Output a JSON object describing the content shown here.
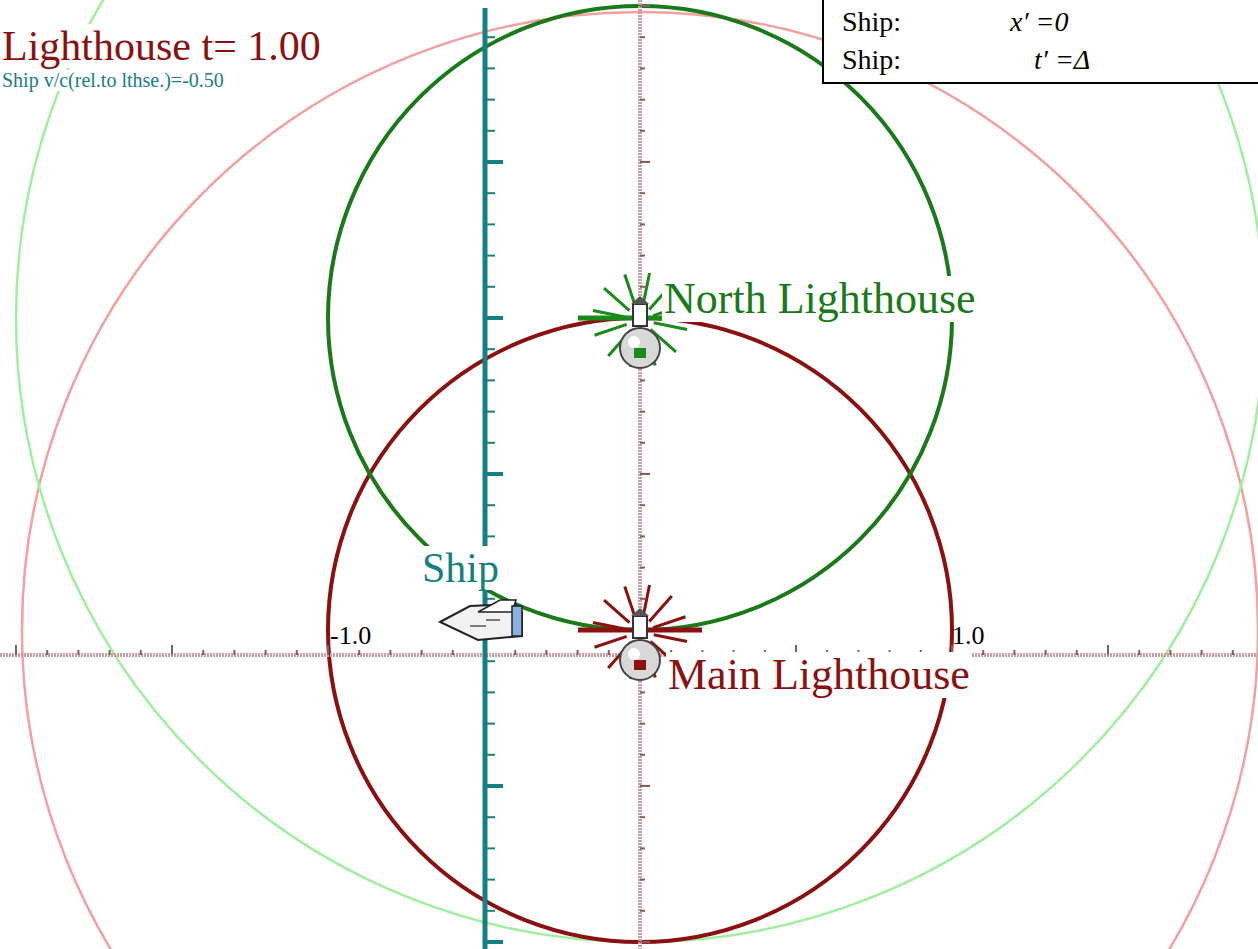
{
  "diagram": {
    "nodes": [
      {
        "text": [
          "Ship:",
          "x′ =0",
          "Ship:",
          "t′ =Δ"
        ]
      }
    ],
    "labels": [
      "Lighthouse t= 1.00",
      "Ship v/c(rel.to lthse.)=-0.50",
      "North Lighthouse",
      "Main Lighthouse",
      "Ship",
      "-1.0",
      "1.0"
    ]
  }
}
